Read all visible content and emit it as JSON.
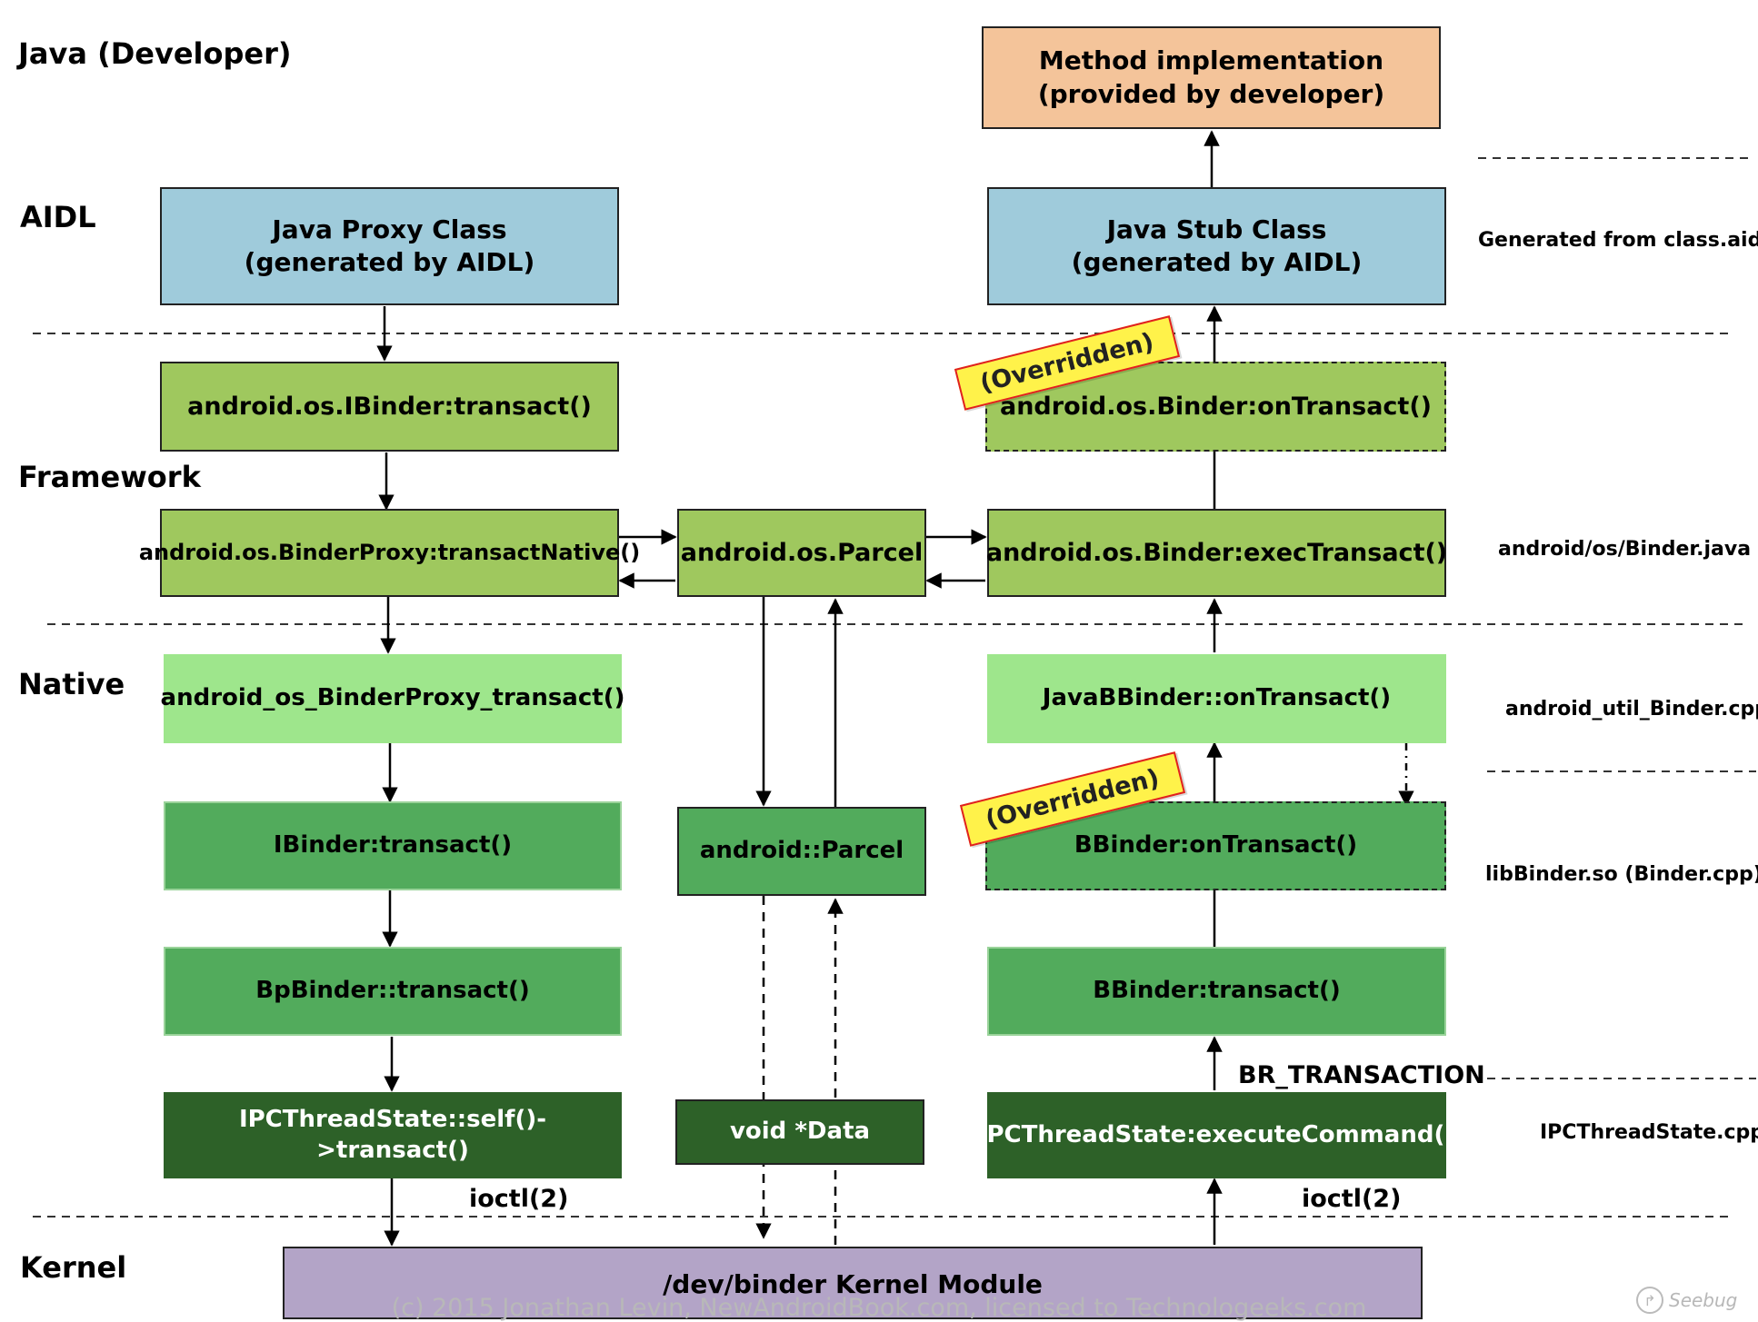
{
  "layers": {
    "java": "Java (Developer)",
    "aidl": "AIDL",
    "framework": "Framework",
    "native": "Native",
    "kernel": "Kernel"
  },
  "boxes": {
    "method_impl": "Method implementation\n(provided by developer)",
    "proxy_class": "Java Proxy Class\n(generated by AIDL)",
    "stub_class": "Java Stub Class\n(generated by AIDL)",
    "ibinder_transact": "android.os.IBinder:transact()",
    "binder_ontransact": "android.os.Binder:onTransact()",
    "binderproxy_transactnative": "android.os.BinderProxy:transactNative()",
    "os_parcel": "android.os.Parcel",
    "binder_exectransact": "android.os.Binder:execTransact()",
    "native_binderproxy_transact": "android_os_BinderProxy_transact()",
    "javabbinder_ontransact": "JavaBBinder::onTransact()",
    "native_ibinder_transact": "IBinder:transact()",
    "android_parcel": "android::Parcel",
    "bbinder_ontransact": "BBinder:onTransact()",
    "bpbinder_transact": "BpBinder::transact()",
    "bbinder_transact": "BBinder:transact()",
    "ipc_self_transact": "IPCThreadState::self()->transact()",
    "void_data": "void *Data",
    "ipc_execute_command": "IPCThreadState:executeCommand()",
    "binder_kernel_module": "/dev/binder Kernel Module"
  },
  "annotations": {
    "overridden_top": "(Overridden)",
    "overridden_bottom": "(Overridden)",
    "br_transaction": "BR_TRANSACTION",
    "ioctl_left": "ioctl(2)",
    "ioctl_right": "ioctl(2)"
  },
  "side_labels": {
    "generated_from": "Generated from class.aidl",
    "binder_java": "android/os/Binder.java",
    "util_binder_cpp": "android_util_Binder.cpp",
    "libbinder": "libBinder.so (Binder.cpp)",
    "ipcthreadstate_cpp": "IPCThreadState.cpp"
  },
  "footer": {
    "copyright": "(c) 2015 Jonathan Levin, NewAndroidBook.com, licensed to Technologeeks.com",
    "logo_text": "Seebug"
  },
  "colors": {
    "orange": "#f4c49a",
    "blue": "#9fcbdb",
    "framework_green": "#9fc85e",
    "light_green": "#9ee68c",
    "mid_green": "#52ab5c",
    "dark_green": "#2d6128",
    "purple": "#b3a4c7",
    "sticker_yellow": "#fff24a",
    "sticker_border": "#e02020"
  }
}
